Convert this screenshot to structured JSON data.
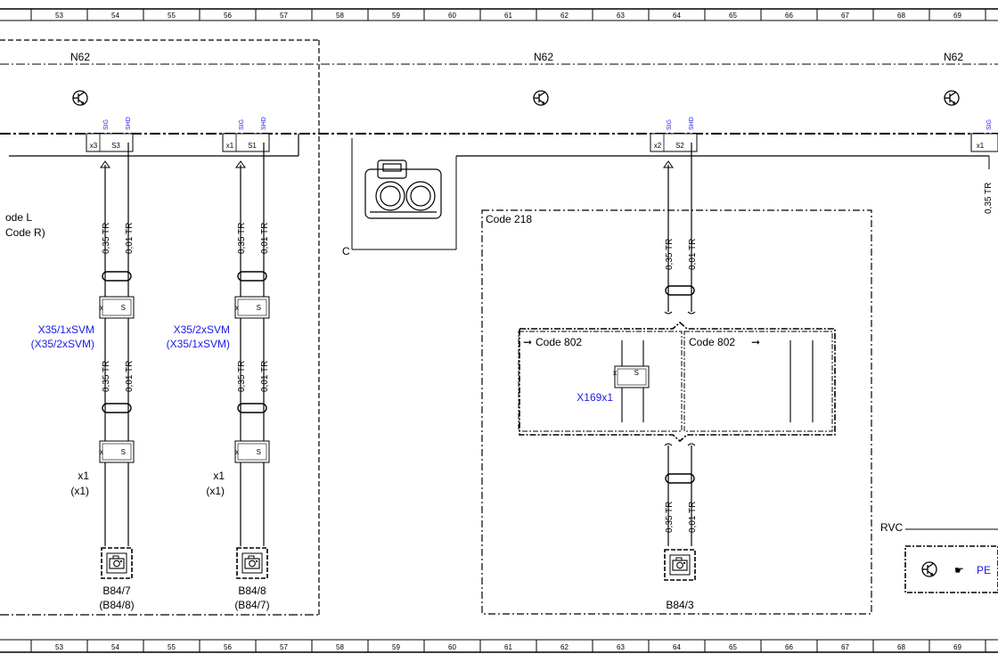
{
  "ruler": {
    "numbers": [
      "53",
      "54",
      "55",
      "56",
      "57",
      "58",
      "59",
      "60",
      "61",
      "62",
      "63",
      "64",
      "65",
      "66",
      "67",
      "68",
      "69"
    ]
  },
  "modules": {
    "left": "N62",
    "center": "N62",
    "right": "N62"
  },
  "connector_c": "C",
  "left_notes": {
    "line1": "ode L",
    "line2": "Code R)"
  },
  "channels": {
    "ch1": {
      "pin": "x3",
      "pin_s": "S3",
      "sig": "SIG",
      "shd": "SHD",
      "wire1": "0,35 TR",
      "wire2": "0,01 TR",
      "conn": "X35/1xSVM",
      "conn_alt": "(X35/2xSVM)",
      "x1": "x1",
      "x1_alt": "(x1)",
      "cam": "B84/7",
      "cam_alt": "(B84/8)"
    },
    "ch2": {
      "pin": "x1",
      "pin_s": "S1",
      "sig": "SIG",
      "shd": "SHD",
      "wire1": "0,35 TR",
      "wire2": "0,01 TR",
      "conn": "X35/2xSVM",
      "conn_alt": "(X35/1xSVM)",
      "x1": "x1",
      "x1_alt": "(x1)",
      "cam": "B84/8",
      "cam_alt": "(B84/7)"
    },
    "ch3": {
      "pin": "x2",
      "pin_s": "S2",
      "sig": "SIG",
      "shd": "SHD",
      "wire1": "0,35 TR",
      "wire2": "0,01 TR",
      "cam": "B84/3"
    },
    "ch4": {
      "pin": "x1",
      "sig": "SIG",
      "wire1": "0,35 TR"
    }
  },
  "code218": "Code 218",
  "code802_left": "Code 802",
  "code802_right": "Code 802",
  "x169": "X169x1",
  "rvc": "RVC",
  "pe_link": "PE",
  "pin_x": "x",
  "pin_s": "S",
  "colors": {
    "link": "#1a1ae6",
    "line": "#000000"
  }
}
